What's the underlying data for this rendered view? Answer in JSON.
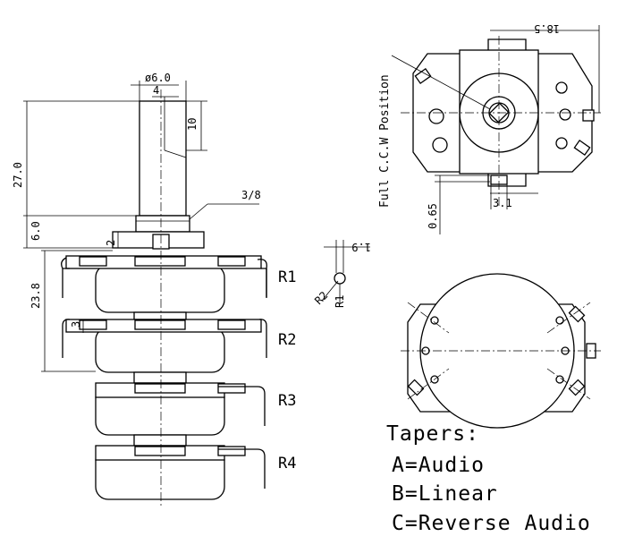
{
  "dimensions": {
    "shaft_diameter": "ø6.0",
    "flat_width": "4",
    "flat_length": "10",
    "shaft_length": "27.0",
    "bushing_length": "6.0",
    "thread": "3/8",
    "small_gap": "2",
    "stack_height": "23.8",
    "terminal_offset": "3",
    "terminal_thickness": "1.9",
    "right_width": "18.5",
    "key_width": "3.1",
    "key_offset": "0.65"
  },
  "labels": {
    "ccw_position": "Full C.C.W Position",
    "r1": "R1",
    "r2": "R2",
    "r3": "R3",
    "r4": "R4",
    "detail_r2": "R2",
    "detail_r1": "R1"
  },
  "tapers": {
    "title": "Tapers:",
    "a": "A=Audio",
    "b": "B=Linear",
    "c": "C=Reverse Audio"
  }
}
